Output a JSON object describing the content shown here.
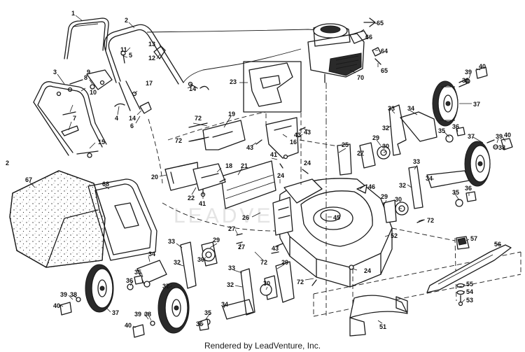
{
  "diagram": {
    "page_marker": "2",
    "watermark": "LEADVENTURE",
    "credit": "Rendered by LeadVenture, Inc.",
    "callouts": [
      {
        "id": "c1",
        "text": "1"
      },
      {
        "id": "c2",
        "text": "2"
      },
      {
        "id": "c3",
        "text": "3"
      },
      {
        "id": "c4",
        "text": "4"
      },
      {
        "id": "c5",
        "text": "5"
      },
      {
        "id": "c6",
        "text": "6"
      },
      {
        "id": "c7",
        "text": "7"
      },
      {
        "id": "c8",
        "text": "8"
      },
      {
        "id": "c9",
        "text": "9"
      },
      {
        "id": "c10",
        "text": "10"
      },
      {
        "id": "c11",
        "text": "11"
      },
      {
        "id": "c12",
        "text": "12"
      },
      {
        "id": "c13",
        "text": "13"
      },
      {
        "id": "c14a",
        "text": "14"
      },
      {
        "id": "c14b",
        "text": "14"
      },
      {
        "id": "c15",
        "text": "15"
      },
      {
        "id": "c16",
        "text": "16"
      },
      {
        "id": "c17",
        "text": "17"
      },
      {
        "id": "c18",
        "text": "18"
      },
      {
        "id": "c19",
        "text": "19"
      },
      {
        "id": "c20",
        "text": "20"
      },
      {
        "id": "c21",
        "text": "21"
      },
      {
        "id": "c22",
        "text": "22"
      },
      {
        "id": "c23",
        "text": "23"
      },
      {
        "id": "c24a",
        "text": "24"
      },
      {
        "id": "c24b",
        "text": "24"
      },
      {
        "id": "c24c",
        "text": "24"
      },
      {
        "id": "c25",
        "text": "25"
      },
      {
        "id": "c26",
        "text": "26"
      },
      {
        "id": "c27a",
        "text": "27"
      },
      {
        "id": "c27b",
        "text": "27"
      },
      {
        "id": "c27c",
        "text": "27"
      },
      {
        "id": "c29a",
        "text": "29"
      },
      {
        "id": "c29b",
        "text": "29"
      },
      {
        "id": "c29c",
        "text": "29"
      },
      {
        "id": "c29d",
        "text": "29"
      },
      {
        "id": "c30a",
        "text": "30"
      },
      {
        "id": "c30b",
        "text": "30"
      },
      {
        "id": "c30c",
        "text": "30"
      },
      {
        "id": "c30d",
        "text": "30"
      },
      {
        "id": "c32a",
        "text": "32"
      },
      {
        "id": "c32b",
        "text": "32"
      },
      {
        "id": "c32c",
        "text": "32"
      },
      {
        "id": "c32d",
        "text": "32"
      },
      {
        "id": "c33a",
        "text": "33"
      },
      {
        "id": "c33b",
        "text": "33"
      },
      {
        "id": "c33c",
        "text": "33"
      },
      {
        "id": "c33d",
        "text": "33"
      },
      {
        "id": "c34a",
        "text": "34"
      },
      {
        "id": "c34b",
        "text": "34"
      },
      {
        "id": "c34c",
        "text": "34"
      },
      {
        "id": "c34d",
        "text": "34"
      },
      {
        "id": "c35a",
        "text": "35"
      },
      {
        "id": "c35b",
        "text": "35"
      },
      {
        "id": "c35c",
        "text": "35"
      },
      {
        "id": "c35d",
        "text": "35"
      },
      {
        "id": "c36a",
        "text": "36"
      },
      {
        "id": "c36b",
        "text": "36"
      },
      {
        "id": "c36c",
        "text": "36"
      },
      {
        "id": "c36d",
        "text": "36"
      },
      {
        "id": "c37a",
        "text": "37"
      },
      {
        "id": "c37b",
        "text": "37"
      },
      {
        "id": "c37c",
        "text": "37"
      },
      {
        "id": "c37d",
        "text": "37"
      },
      {
        "id": "c38a",
        "text": "38"
      },
      {
        "id": "c38b",
        "text": "38"
      },
      {
        "id": "c38c",
        "text": "38"
      },
      {
        "id": "c38d",
        "text": "38"
      },
      {
        "id": "c39a",
        "text": "39"
      },
      {
        "id": "c39b",
        "text": "39"
      },
      {
        "id": "c39c",
        "text": "39"
      },
      {
        "id": "c39d",
        "text": "39"
      },
      {
        "id": "c40a",
        "text": "40"
      },
      {
        "id": "c40b",
        "text": "40"
      },
      {
        "id": "c40c",
        "text": "40"
      },
      {
        "id": "c40d",
        "text": "40"
      },
      {
        "id": "c41a",
        "text": "41"
      },
      {
        "id": "c41b",
        "text": "41"
      },
      {
        "id": "c43a",
        "text": "43"
      },
      {
        "id": "c43b",
        "text": "43"
      },
      {
        "id": "c43c",
        "text": "43"
      },
      {
        "id": "c43d",
        "text": "43"
      },
      {
        "id": "c45",
        "text": "45"
      },
      {
        "id": "c46",
        "text": "46"
      },
      {
        "id": "c51",
        "text": "51"
      },
      {
        "id": "c52",
        "text": "52"
      },
      {
        "id": "c53",
        "text": "53"
      },
      {
        "id": "c54",
        "text": "54"
      },
      {
        "id": "c55",
        "text": "55"
      },
      {
        "id": "c56",
        "text": "56"
      },
      {
        "id": "c57",
        "text": "57"
      },
      {
        "id": "c64",
        "text": "64"
      },
      {
        "id": "c65a",
        "text": "65"
      },
      {
        "id": "c65b",
        "text": "65"
      },
      {
        "id": "c66",
        "text": "66"
      },
      {
        "id": "c67",
        "text": "67"
      },
      {
        "id": "c68",
        "text": "68"
      },
      {
        "id": "c70",
        "text": "70"
      },
      {
        "id": "c72a",
        "text": "72"
      },
      {
        "id": "c72b",
        "text": "72"
      },
      {
        "id": "c72c",
        "text": "72"
      },
      {
        "id": "c72d",
        "text": "72"
      },
      {
        "id": "c72e",
        "text": "72"
      }
    ]
  }
}
